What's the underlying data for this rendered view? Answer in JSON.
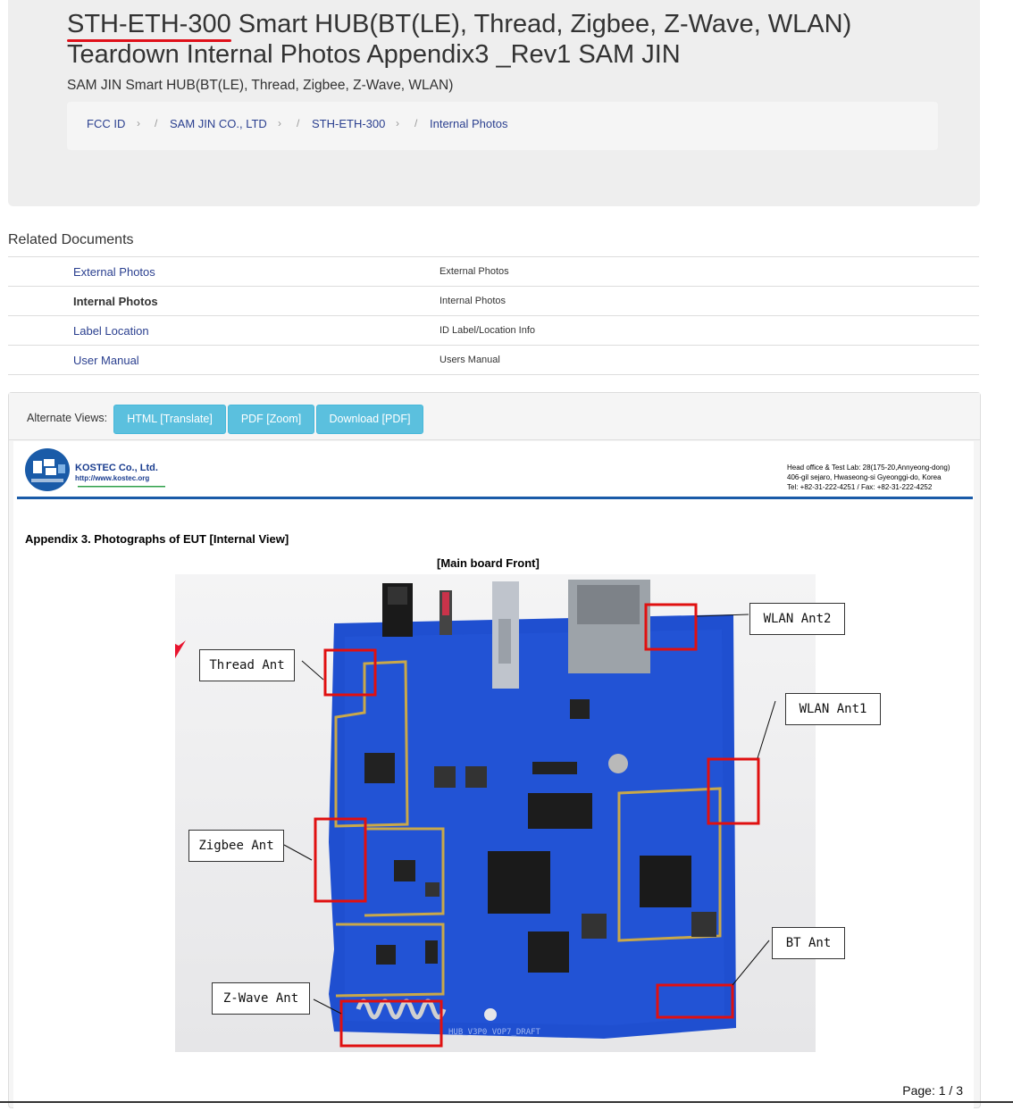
{
  "header": {
    "title_id": "STH-ETH-300",
    "title_rest": " Smart HUB(BT(LE), Thread, Zigbee, Z-Wave, WLAN) Teardown Internal Photos Appendix3 _Rev1 SAM JIN",
    "subtitle": "SAM JIN Smart HUB(BT(LE), Thread, Zigbee, Z-Wave, WLAN)"
  },
  "breadcrumb": {
    "items": [
      "FCC ID",
      "SAM JIN CO., LTD",
      "STH-ETH-300",
      "Internal Photos"
    ],
    "chevron": "›",
    "slash": "/"
  },
  "related": {
    "heading": "Related Documents",
    "rows": [
      {
        "name": "External Photos",
        "desc": "External Photos"
      },
      {
        "name": "Internal Photos",
        "desc": "Internal Photos"
      },
      {
        "name": "Label Location",
        "desc": "ID Label/Location Info"
      },
      {
        "name": "User Manual",
        "desc": "Users Manual"
      }
    ]
  },
  "views": {
    "label": "Alternate Views:",
    "buttons": [
      "HTML [Translate]",
      "PDF [Zoom]",
      "Download [PDF]"
    ]
  },
  "document": {
    "company": "KOSTEC Co., Ltd.",
    "url": "http://www.kostec.org",
    "address_lines": [
      "Head office & Test Lab: 28(175-20,Annyeong-dong)",
      "406-gil sejaro, Hwaseong-si Gyeonggi-do, Korea",
      "Tel: +82-31-222-4251  /  Fax: +82-31-222-4252"
    ],
    "appendix_title": "Appendix 3. Photographs of EUT [Internal View]",
    "photo_title": "[Main board Front]",
    "board_label": "HUB_V3P0_VOP7_DRAFT",
    "callouts": [
      "Thread Ant",
      "WLAN Ant2",
      "WLAN Ant1",
      "Zigbee Ant",
      "BT Ant",
      "Z-Wave Ant"
    ],
    "page_label": "Page:",
    "page_current": "1",
    "page_sep": "/",
    "page_total": "3"
  },
  "colors": {
    "link": "#2a3f8f",
    "accent_red": "#e0101a",
    "button_info": "#5bc0de",
    "pcb_blue": "#1f4fd0"
  }
}
